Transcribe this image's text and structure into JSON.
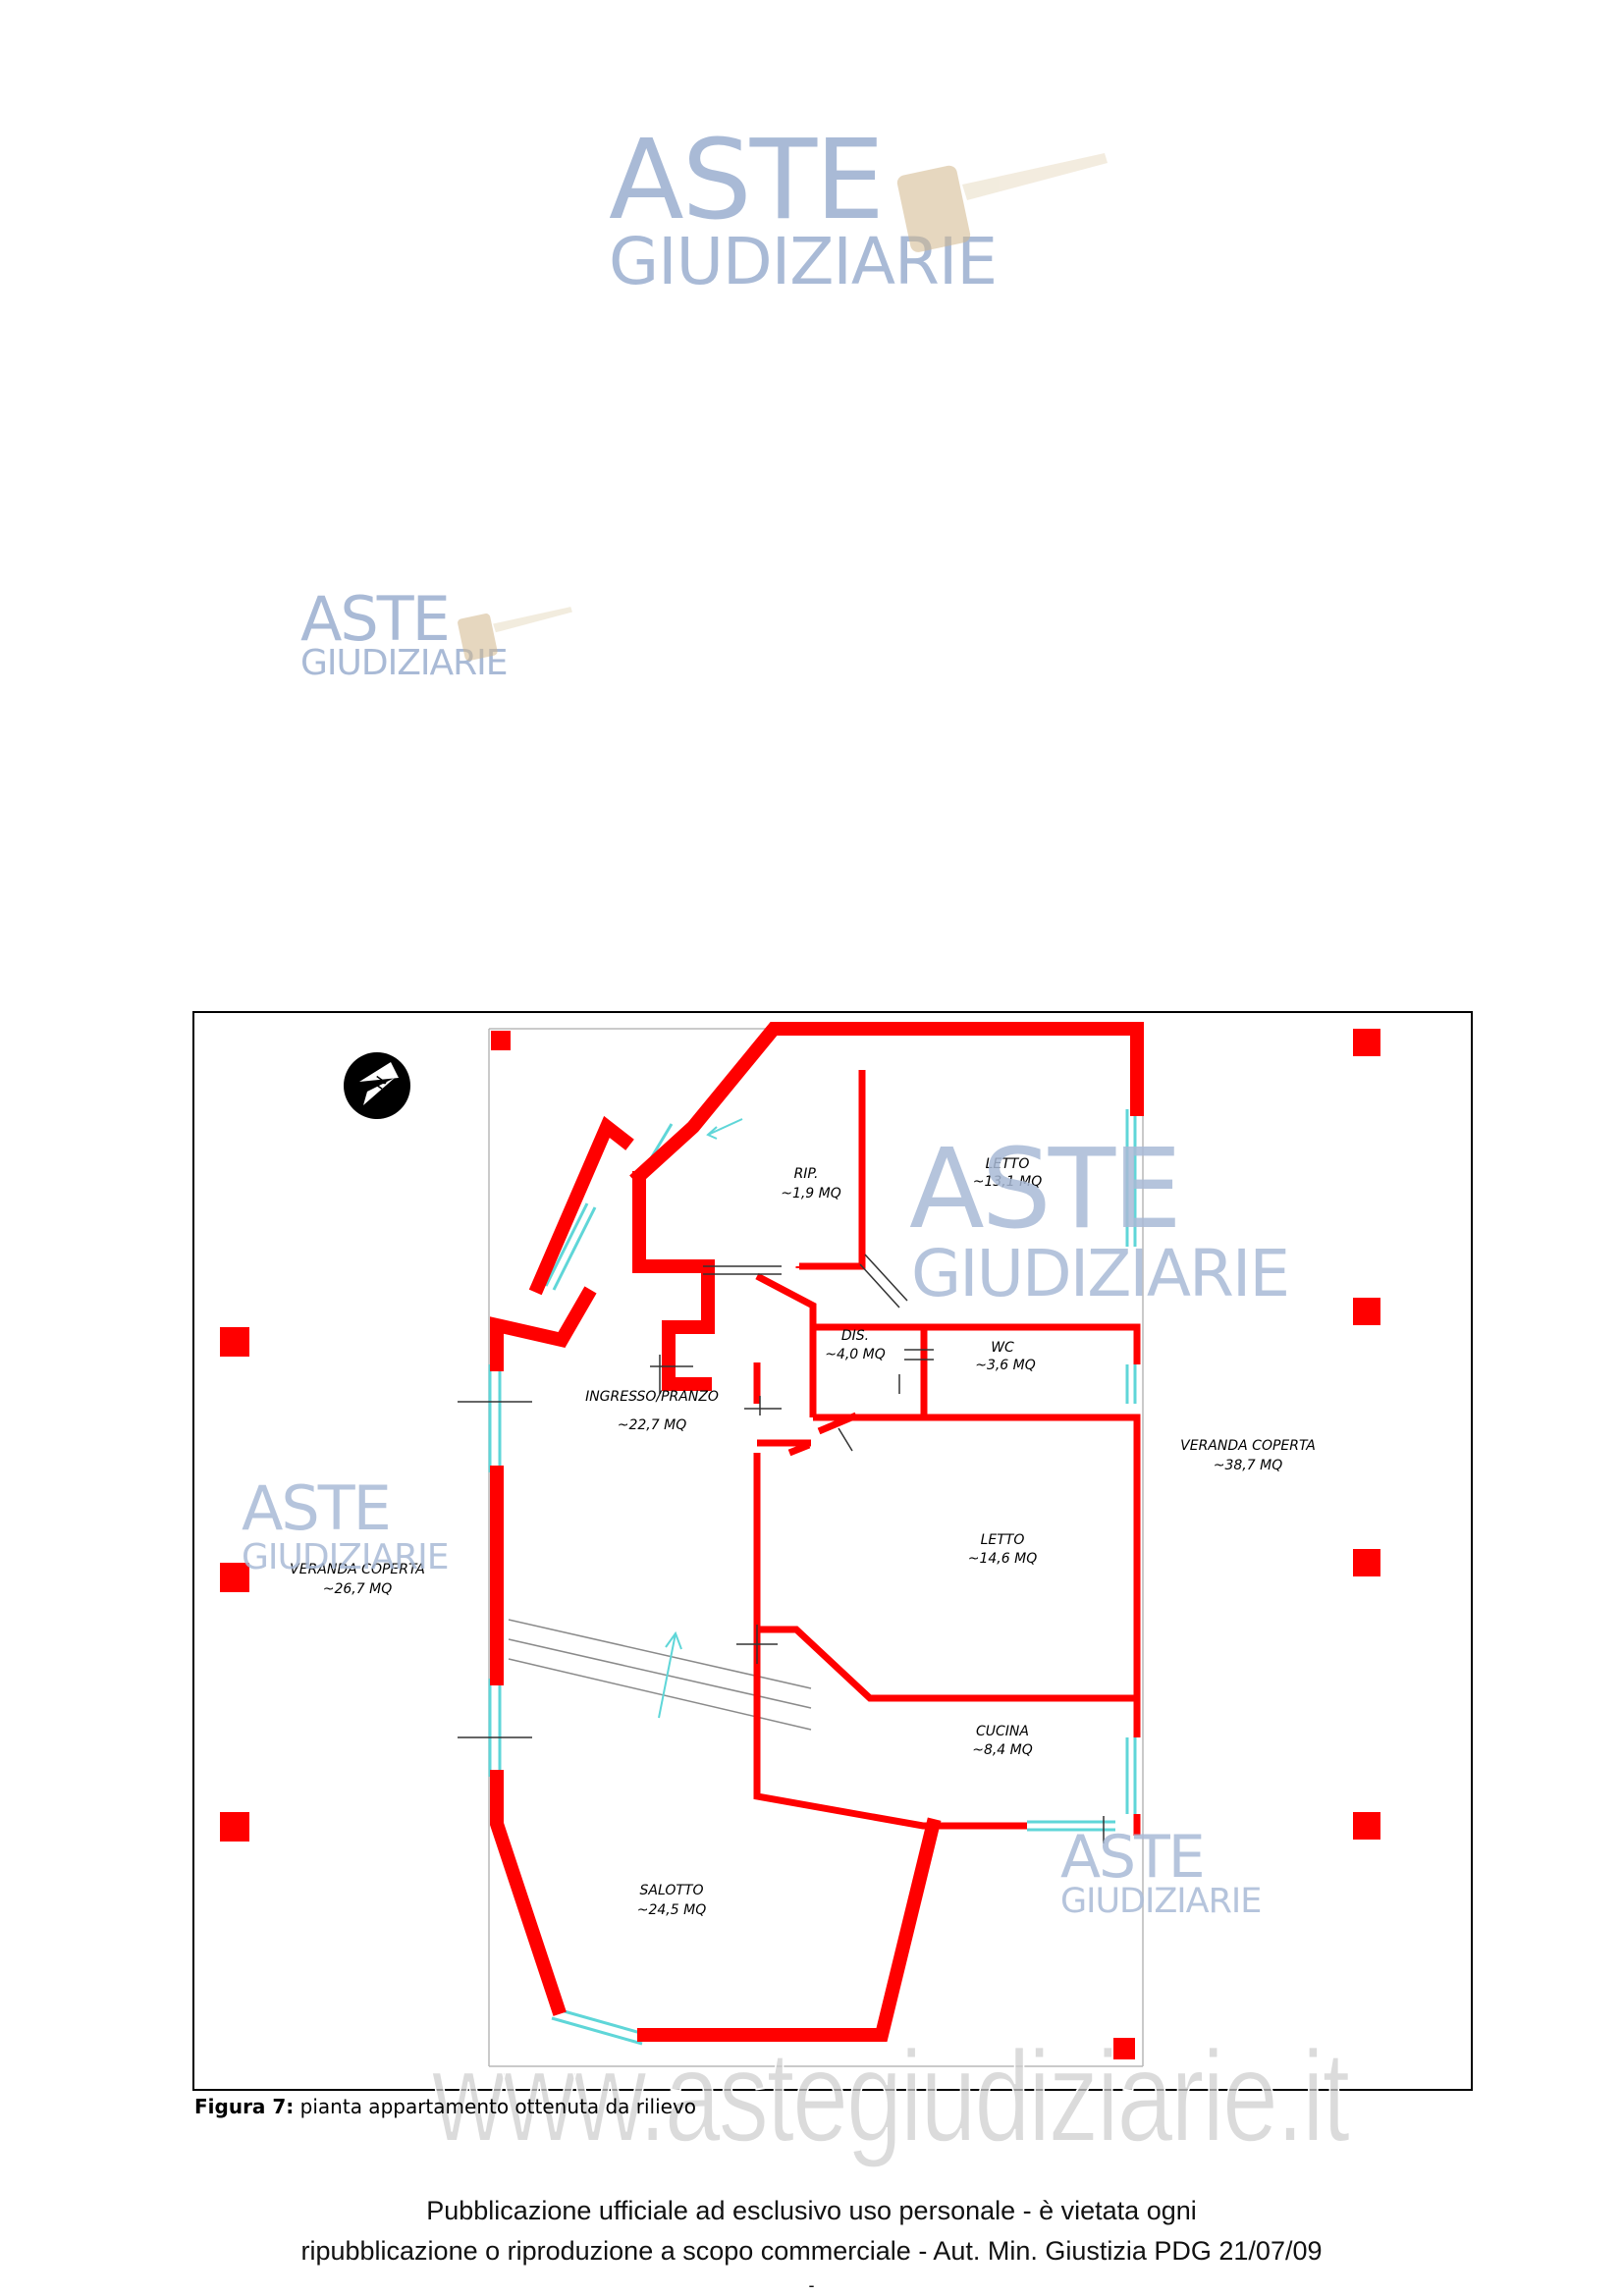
{
  "logos": [
    {
      "line1": "ASTE",
      "line2": "GIUDIZIARIE"
    },
    {
      "line1": "ASTE",
      "line2": "GIUDIZIARIE"
    },
    {
      "line1": "ASTE",
      "line2": "GIUDIZIARIE"
    },
    {
      "line1": "ASTE",
      "line2": "GIUDIZIARIE"
    },
    {
      "line1": "ASTE",
      "line2": "GIUDIZIARIE"
    }
  ],
  "plan": {
    "rooms": [
      {
        "name": "RIP.",
        "area": "~1,9  MQ"
      },
      {
        "name": "LETTO",
        "area": "~13,1  MQ"
      },
      {
        "name": "DIS.",
        "area": "~4,0  MQ"
      },
      {
        "name": "WC",
        "area": "~3,6  MQ"
      },
      {
        "name": "INGRESSO/PRANZO",
        "area": "~22,7  MQ"
      },
      {
        "name": "VERANDA  COPERTA",
        "area": "~38,7  MQ"
      },
      {
        "name": "LETTO",
        "area": "~14,6  MQ"
      },
      {
        "name": "VERANDA  COPERTA",
        "area": "~26,7  MQ"
      },
      {
        "name": "CUCINA",
        "area": "~8,4  MQ"
      },
      {
        "name": "SALOTTO",
        "area": "~24,5  MQ"
      }
    ],
    "north_symbol": "N",
    "colors": {
      "wall": "#ff0000",
      "window": "#5fd6d8",
      "line": "#000000"
    }
  },
  "caption": {
    "label": "Figura 7:",
    "text": " pianta appartamento ottenuta da rilievo"
  },
  "watermark": "www.astegiudiziarie.it",
  "footer": {
    "line1": "Pubblicazione ufficiale ad esclusivo uso personale - è vietata ogni",
    "line2": "ripubblicazione o riproduzione a scopo commerciale - Aut. Min. Giustizia PDG 21/07/09",
    "line3": "-"
  }
}
